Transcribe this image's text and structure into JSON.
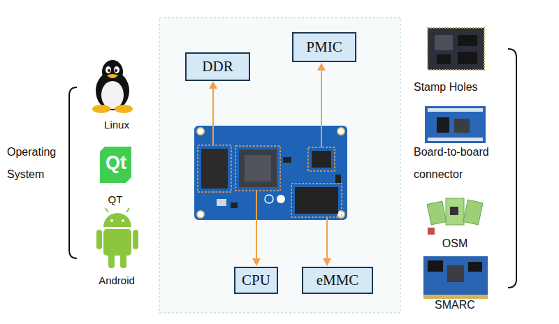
{
  "diagram": {
    "nodes": [
      {
        "text": [
          "DDR"
        ]
      },
      {
        "text": [
          "PMIC"
        ]
      },
      {
        "text": [
          "CPU"
        ]
      },
      {
        "text": [
          "eMMC"
        ]
      }
    ],
    "labels": [
      "Operating System",
      "Linux",
      "Qt",
      "QT",
      "Android",
      "Stamp Holes",
      "Board-to-board connector",
      "OSM",
      "SMARC"
    ]
  }
}
